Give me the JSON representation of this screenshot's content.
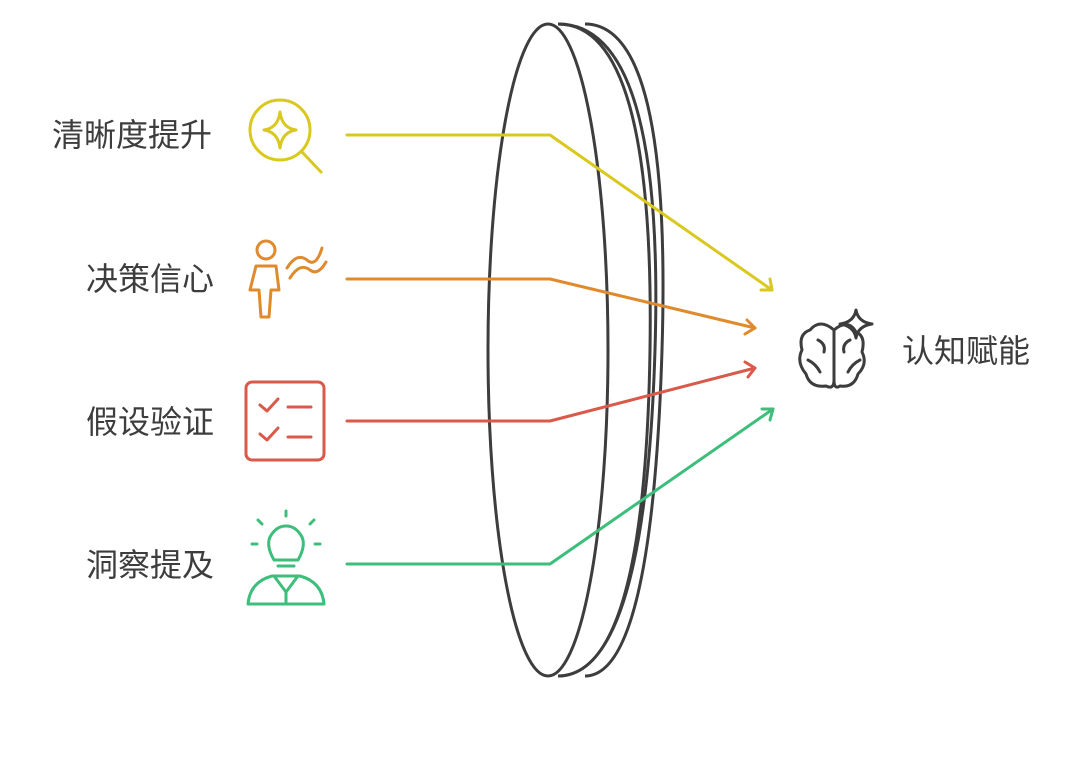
{
  "inputs": [
    {
      "label": "清晰度提升",
      "icon": "magnifier-sparkle-icon",
      "color": "#D9C81E"
    },
    {
      "label": "决策信心",
      "icon": "person-path-icon",
      "color": "#E08A2E"
    },
    {
      "label": "假设验证",
      "icon": "checklist-icon",
      "color": "#D95A4A"
    },
    {
      "label": "洞察提及",
      "icon": "lightbulb-person-icon",
      "color": "#3DBE7A"
    }
  ],
  "output": {
    "label": "认知赋能",
    "icon": "brain-sparkle-icon",
    "color": "#3d3d3d"
  },
  "lens": {
    "icon": "lens-shape",
    "color": "#3d3d3d"
  }
}
